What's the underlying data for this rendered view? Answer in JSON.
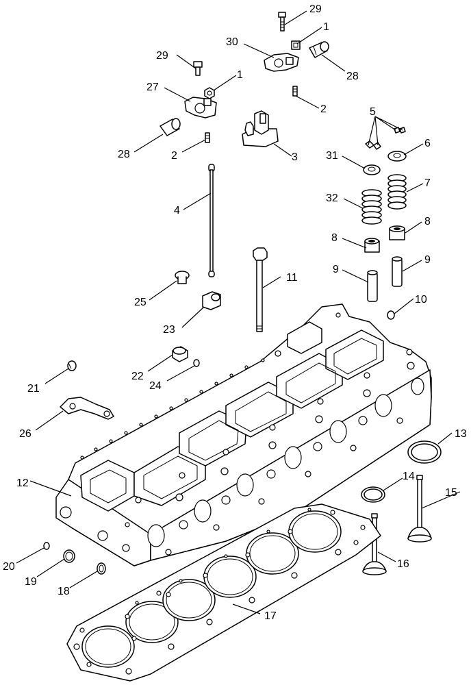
{
  "diagram": {
    "callouts": [
      "29",
      "1",
      "30",
      "28",
      "29",
      "1",
      "27",
      "2",
      "2",
      "28",
      "5",
      "6",
      "3",
      "31",
      "7",
      "4",
      "32",
      "8",
      "8",
      "9",
      "9",
      "11",
      "25",
      "10",
      "23",
      "22",
      "24",
      "21",
      "26",
      "13",
      "12",
      "14",
      "15",
      "20",
      "19",
      "18",
      "16",
      "17"
    ]
  }
}
